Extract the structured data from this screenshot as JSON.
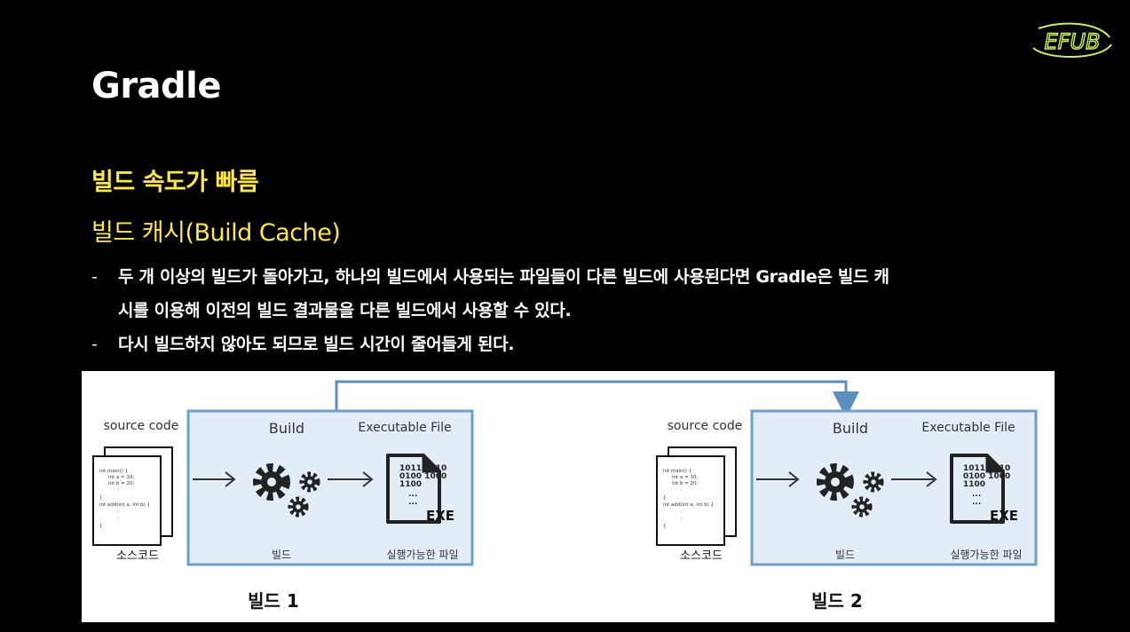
{
  "header": {
    "logo_text": "EFUB",
    "title": "Gradle"
  },
  "subheadings": {
    "speed": "빌드 속도가 빠름",
    "cache": "빌드 캐시(Build Cache)"
  },
  "bullets": [
    {
      "marker": "-",
      "line1": "두 개 이상의 빌드가 돌아가고, 하나의 빌드에서 사용되는 파일들이 다른 빌드에 사용된다면 Gradle은 빌드 캐",
      "line2": "시를 이용해 이전의 빌드 결과물을 다른 빌드에서 사용할 수 있다."
    },
    {
      "marker": "-",
      "line1": "다시 빌드하지 않아도 되므로 빌드 시간이 줄어들게 된다."
    }
  ],
  "diagram": {
    "source_code_label": "source code",
    "source_code_kr": "소스코드",
    "build_label": "Build",
    "build_kr": "빌드",
    "exe_label": "Executable File",
    "exe_kr": "실행가능한 파일",
    "exe_badge": "EXE",
    "binary_lines": [
      "10111 010",
      "0100 1000",
      "1100",
      "...",
      "..."
    ],
    "code_lines": [
      "int main() {",
      "int a = 10;",
      "int b = 20;",
      ":",
      "}",
      "int add(int a, int b) {",
      ":",
      ":",
      "}"
    ],
    "caption_1": "빌드 1",
    "caption_2": "빌드 2",
    "colors": {
      "panel_bg": "#e3edf7",
      "panel_border": "#6f9fc9",
      "arrow": "#5b8fbf"
    }
  }
}
